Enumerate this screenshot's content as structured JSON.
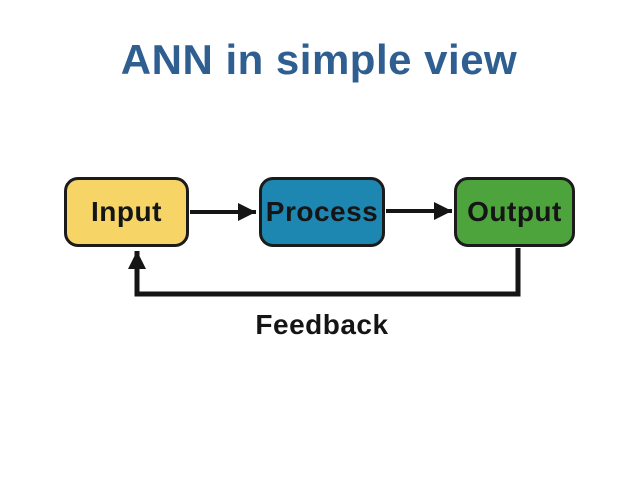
{
  "slide": {
    "title": "ANN in simple view",
    "colors": {
      "background": "#FFFFFF",
      "title": "#2F5F90",
      "line": "#151515",
      "node_border": "#1B1B1B",
      "node_text": "#151515"
    }
  },
  "diagram": {
    "nodes": [
      {
        "id": "input",
        "label": "Input",
        "fill": "#F6D466"
      },
      {
        "id": "process",
        "label": "Process",
        "fill": "#1E87B1"
      },
      {
        "id": "output",
        "label": "Output",
        "fill": "#4EA43C"
      }
    ],
    "connectors": [
      {
        "from": "input",
        "to": "process",
        "type": "arrow"
      },
      {
        "from": "process",
        "to": "output",
        "type": "arrow"
      },
      {
        "from": "output",
        "to": "input",
        "type": "feedback-arrow",
        "label": "Feedback"
      }
    ]
  }
}
